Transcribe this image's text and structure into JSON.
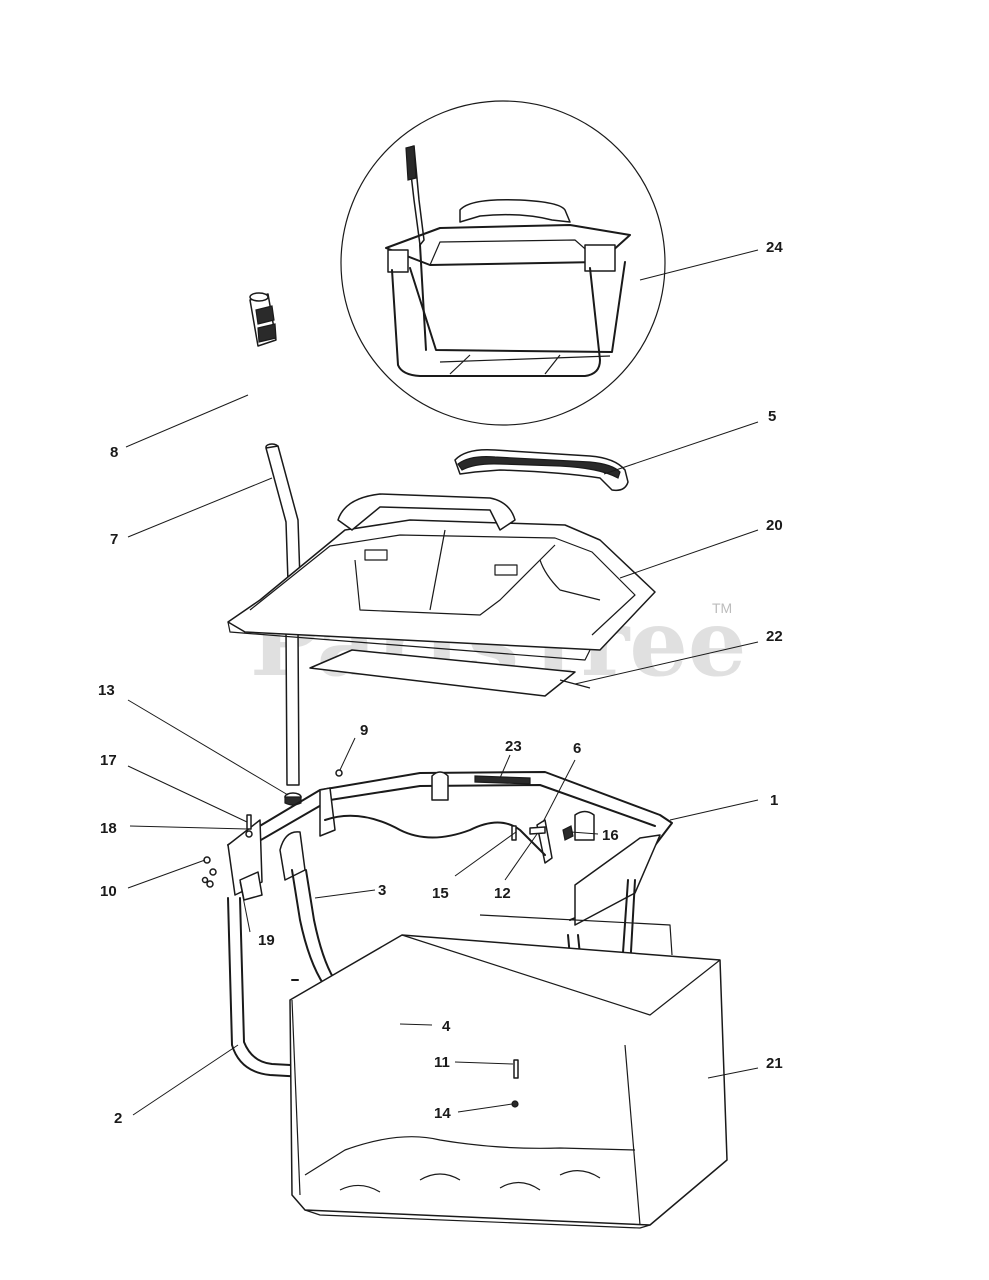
{
  "watermark": {
    "text": "PartsTree",
    "trademark": "TM"
  },
  "callouts": [
    {
      "id": "1",
      "label": "1"
    },
    {
      "id": "2",
      "label": "2"
    },
    {
      "id": "3",
      "label": "3"
    },
    {
      "id": "4",
      "label": "4"
    },
    {
      "id": "5",
      "label": "5"
    },
    {
      "id": "6",
      "label": "6"
    },
    {
      "id": "7",
      "label": "7"
    },
    {
      "id": "8",
      "label": "8"
    },
    {
      "id": "9",
      "label": "9"
    },
    {
      "id": "10",
      "label": "10"
    },
    {
      "id": "11",
      "label": "11"
    },
    {
      "id": "12",
      "label": "12"
    },
    {
      "id": "13",
      "label": "13"
    },
    {
      "id": "14",
      "label": "14"
    },
    {
      "id": "15",
      "label": "15"
    },
    {
      "id": "16",
      "label": "16"
    },
    {
      "id": "17",
      "label": "17"
    },
    {
      "id": "18",
      "label": "18"
    },
    {
      "id": "19",
      "label": "19"
    },
    {
      "id": "20",
      "label": "20"
    },
    {
      "id": "21",
      "label": "21"
    },
    {
      "id": "22",
      "label": "22"
    },
    {
      "id": "23",
      "label": "23"
    },
    {
      "id": "24",
      "label": "24"
    }
  ]
}
